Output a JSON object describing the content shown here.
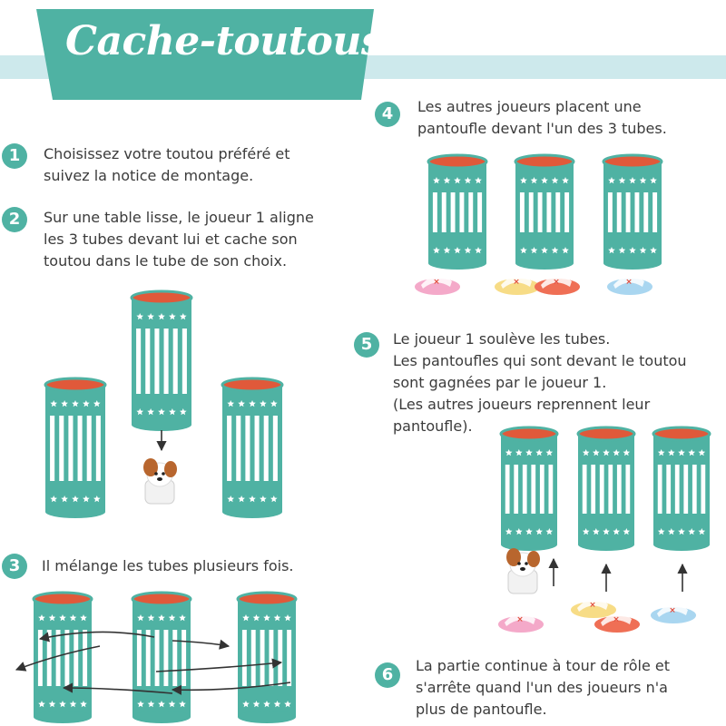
{
  "title": "Cache-toutous",
  "colors": {
    "teal": "#4fb2a3",
    "light_band": "#cde9ec",
    "tube_rim": "#e0593a",
    "text": "#3b3b3b"
  },
  "steps": [
    {
      "number": "1",
      "lines": [
        "Choisissez votre toutou préféré et",
        "suivez la notice de montage."
      ]
    },
    {
      "number": "2",
      "lines": [
        "Sur une table lisse, le joueur 1 aligne",
        "les 3 tubes devant lui et cache son",
        "toutou dans le tube de son choix."
      ]
    },
    {
      "number": "3",
      "lines": [
        "Il mélange les tubes plusieurs fois."
      ]
    },
    {
      "number": "4",
      "lines": [
        "Les autres joueurs placent une",
        "pantoufle devant l'un des 3 tubes."
      ]
    },
    {
      "number": "5",
      "lines": [
        "Le joueur 1 soulève les tubes.",
        "Les pantoufles qui sont devant le toutou",
        "sont gagnées par le joueur 1.",
        "(Les autres joueurs reprennent leur",
        "pantoufle)."
      ]
    },
    {
      "number": "6",
      "lines": [
        "La partie continue à tour de rôle et",
        "s'arrête quand l'un des joueurs n'a",
        "plus de pantoufle."
      ]
    }
  ],
  "icons": [
    "tube-icon",
    "dog-icon",
    "slipper-icon",
    "arrow-icon"
  ]
}
